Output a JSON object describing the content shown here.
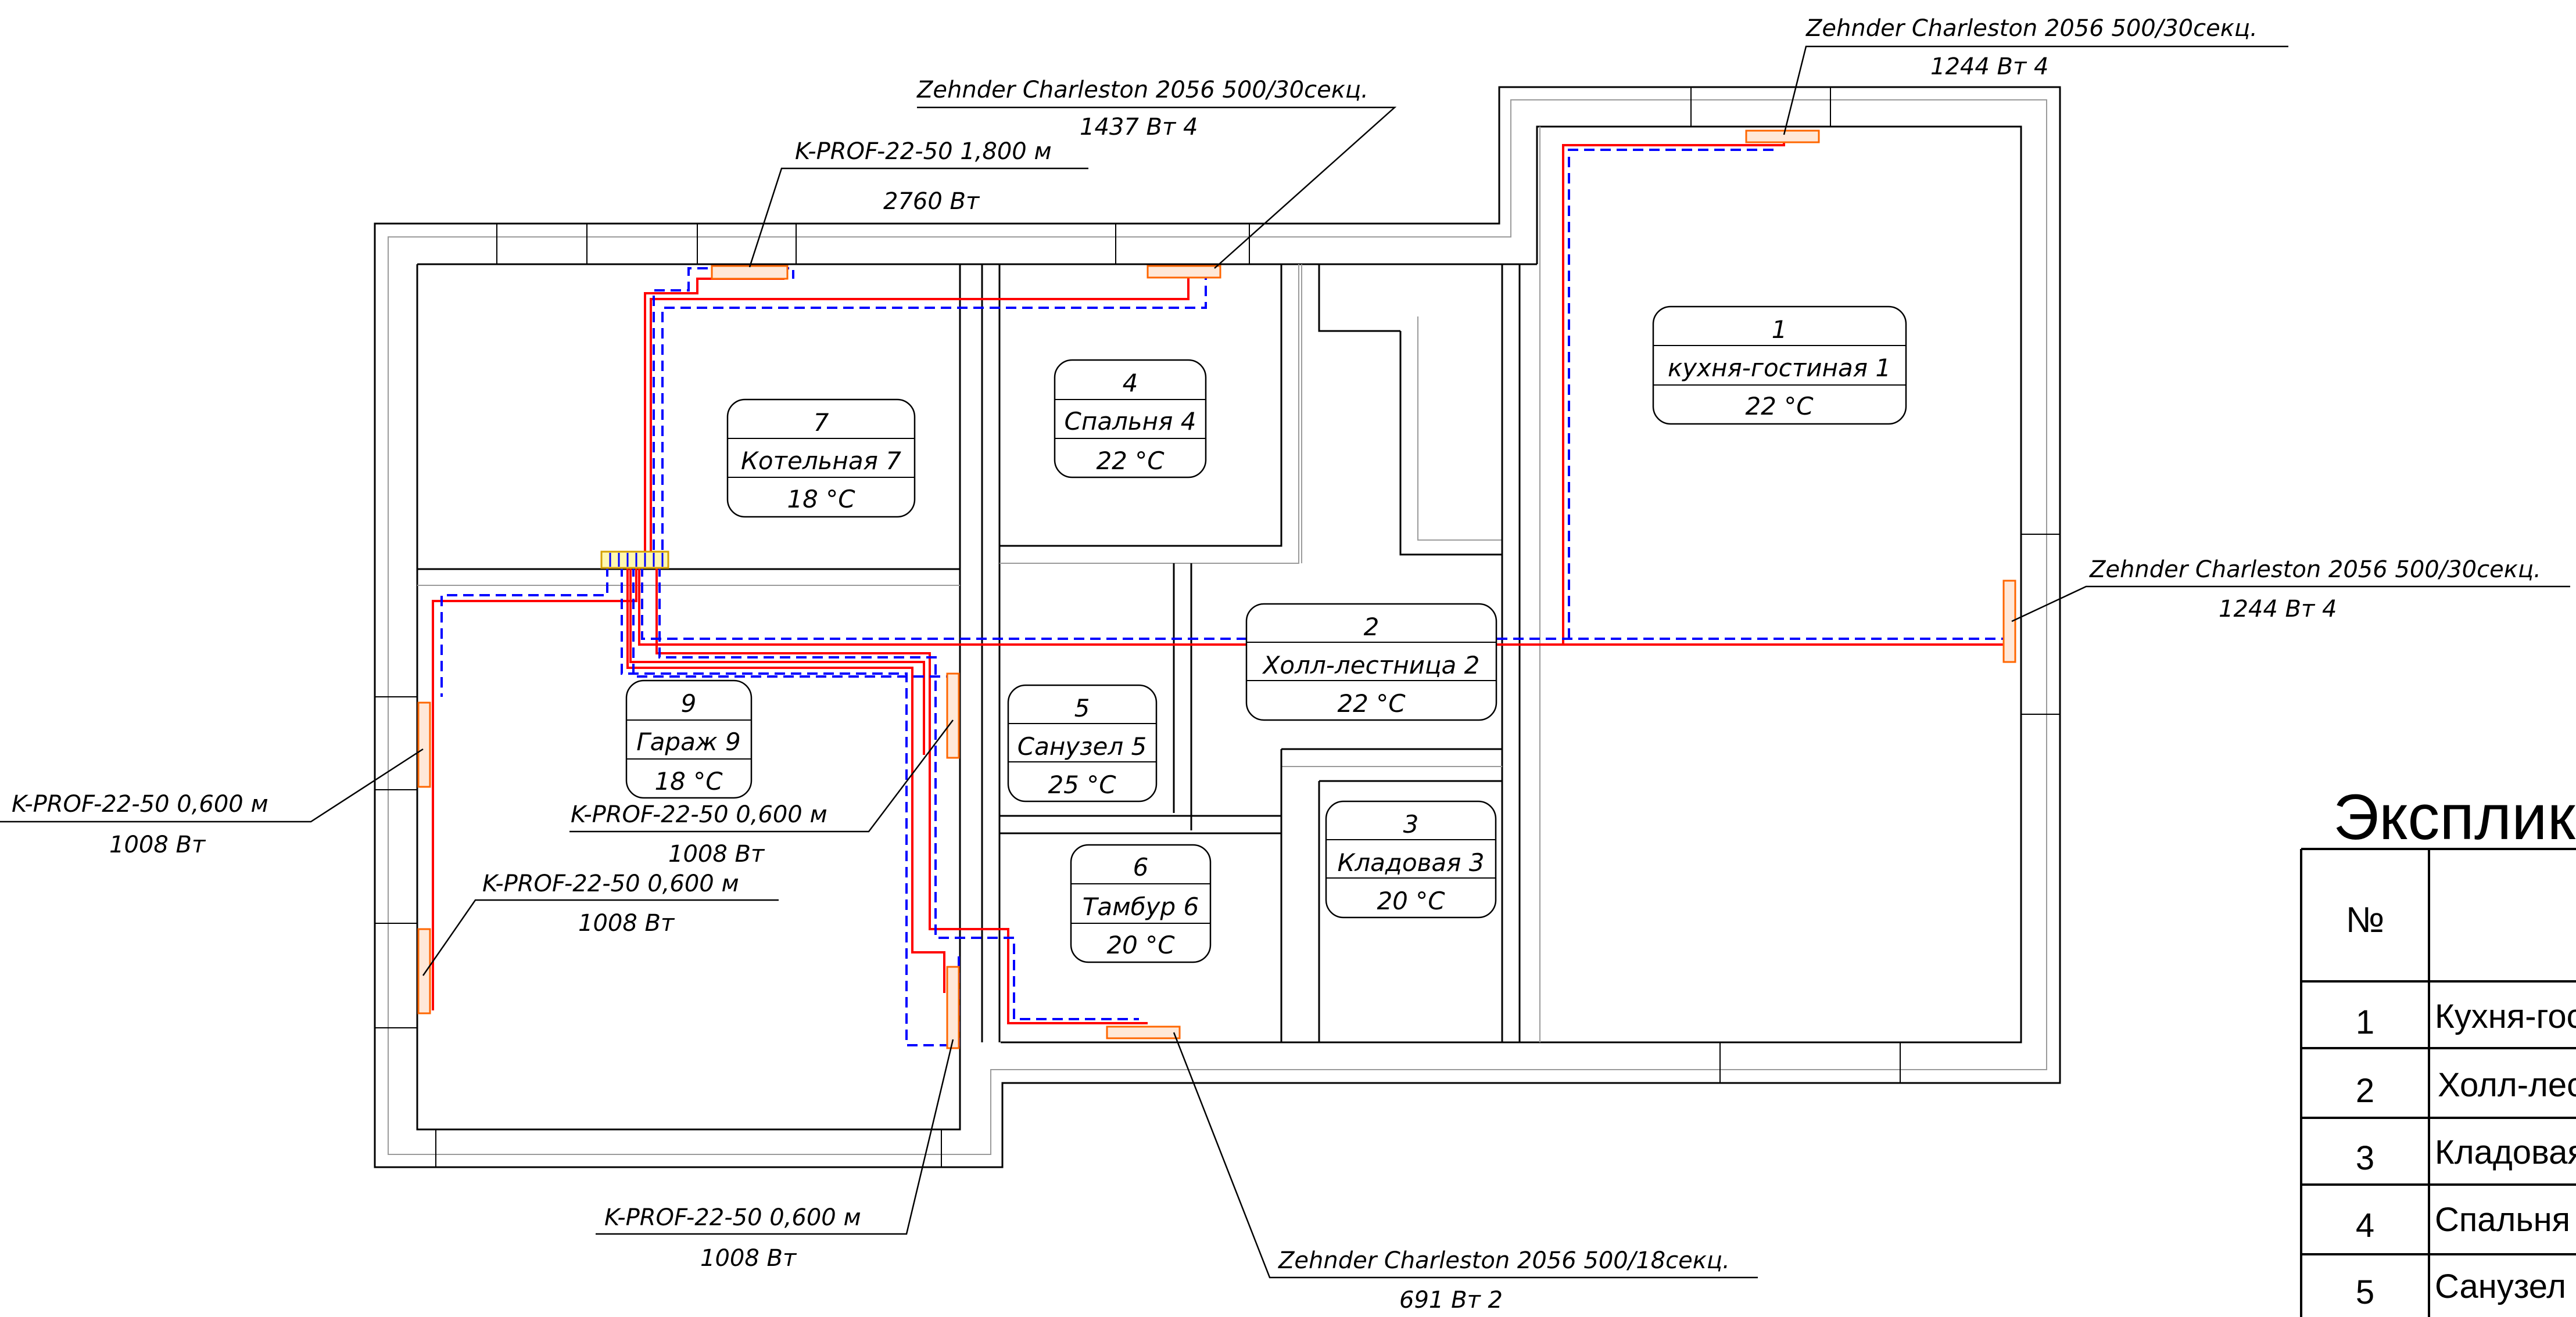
{
  "rooms": [
    {
      "num": "1",
      "name": "кухня-гостиная 1",
      "temp": "22 °С"
    },
    {
      "num": "2",
      "name": "Холл-лестница 2",
      "temp": "22 °С"
    },
    {
      "num": "3",
      "name": "Кладовая 3",
      "temp": "20 °С"
    },
    {
      "num": "4",
      "name": "Спальня 4",
      "temp": "22 °С"
    },
    {
      "num": "5",
      "name": "Санузел 5",
      "temp": "25 °С"
    },
    {
      "num": "6",
      "name": "Тамбур 6",
      "temp": "20 °С"
    },
    {
      "num": "7",
      "name": "Котельная 7",
      "temp": "18 °С"
    },
    {
      "num": "9",
      "name": "Гараж 9",
      "temp": "18 °С"
    }
  ],
  "radiators": [
    {
      "model": "Zehnder Charleston 2056 500/30секц.",
      "power": "1244 Вт 4"
    },
    {
      "model": "Zehnder Charleston 2056 500/30секц.",
      "power": "1437 Вт 4"
    },
    {
      "model": "K-PROF-22-50 1,800 м",
      "power": "2760 Вт"
    },
    {
      "model": "Zehnder Charleston 2056 500/30секц.",
      "power": "1244 Вт 4"
    },
    {
      "model": "K-PROF-22-50 0,600 м",
      "power": "1008 Вт"
    },
    {
      "model": "K-PROF-22-50 0,600 м",
      "power": "1008 Вт"
    },
    {
      "model": "K-PROF-22-50 0,600 м",
      "power": "1008 Вт"
    },
    {
      "model": "K-PROF-22-50 0,600 м",
      "power": "1008 Вт"
    },
    {
      "model": "Zehnder Charleston 2056 500/18секц.",
      "power": "691 Вт 2"
    }
  ],
  "explication": {
    "title": "Экспликация",
    "num_header": "№",
    "rows": [
      {
        "num": "1",
        "name": "Кухня-гостиная"
      },
      {
        "num": "2",
        "name": "Холл-лестница"
      },
      {
        "num": "3",
        "name": "Кладовая"
      },
      {
        "num": "4",
        "name": "Спальня"
      },
      {
        "num": "5",
        "name": "Санузел"
      }
    ]
  },
  "colors": {
    "walls": "#000000",
    "supply_pipe": "#ff0000",
    "return_pipe": "#0000ff",
    "radiator": "#ff6600",
    "manifold": "#ffd700",
    "wall_inner": "#9a9a9a"
  }
}
